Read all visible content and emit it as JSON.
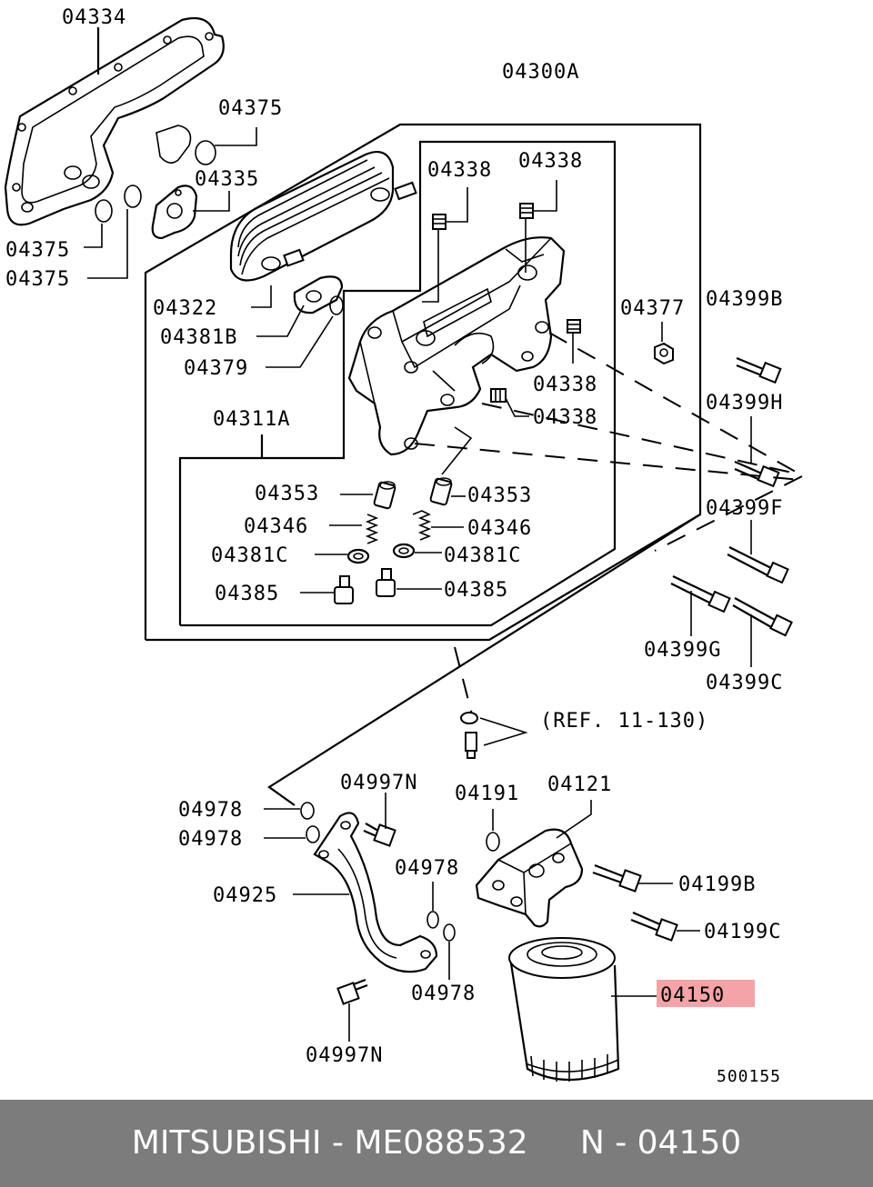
{
  "diagram": {
    "labels": {
      "l04334": "04334",
      "l04300A": "04300A",
      "l04375a": "04375",
      "l04335": "04335",
      "l04375b": "04375",
      "l04375c": "04375",
      "l04338a": "04338",
      "l04338b": "04338",
      "l04322": "04322",
      "l04381B": "04381B",
      "l04379": "04379",
      "l04377": "04377",
      "l04399B": "04399B",
      "l04338c": "04338",
      "l04338d": "04338",
      "l04399H": "04399H",
      "l04311A": "04311A",
      "l04353a": "04353",
      "l04353b": "04353",
      "l04399F": "04399F",
      "l04346a": "04346",
      "l04346b": "04346",
      "l04381Ca": "04381C",
      "l04381Cb": "04381C",
      "l04385a": "04385",
      "l04385b": "04385",
      "l04399G": "04399G",
      "l04399C": "04399C",
      "ref": "(REF. 11-130)",
      "l04997Na": "04997N",
      "l04191": "04191",
      "l04121": "04121",
      "l04978a": "04978",
      "l04978b": "04978",
      "l04978c": "04978",
      "l04199B": "04199B",
      "l04925": "04925",
      "l04199C": "04199C",
      "l04978d": "04978",
      "l04150": "04150",
      "l04997Nb": "04997N",
      "code": "500155"
    },
    "highlight_color": "#f4a3a8"
  },
  "footer": {
    "text": "MITSUBISHI - ME088532     N - 04150",
    "background": "#7c7c7c"
  }
}
